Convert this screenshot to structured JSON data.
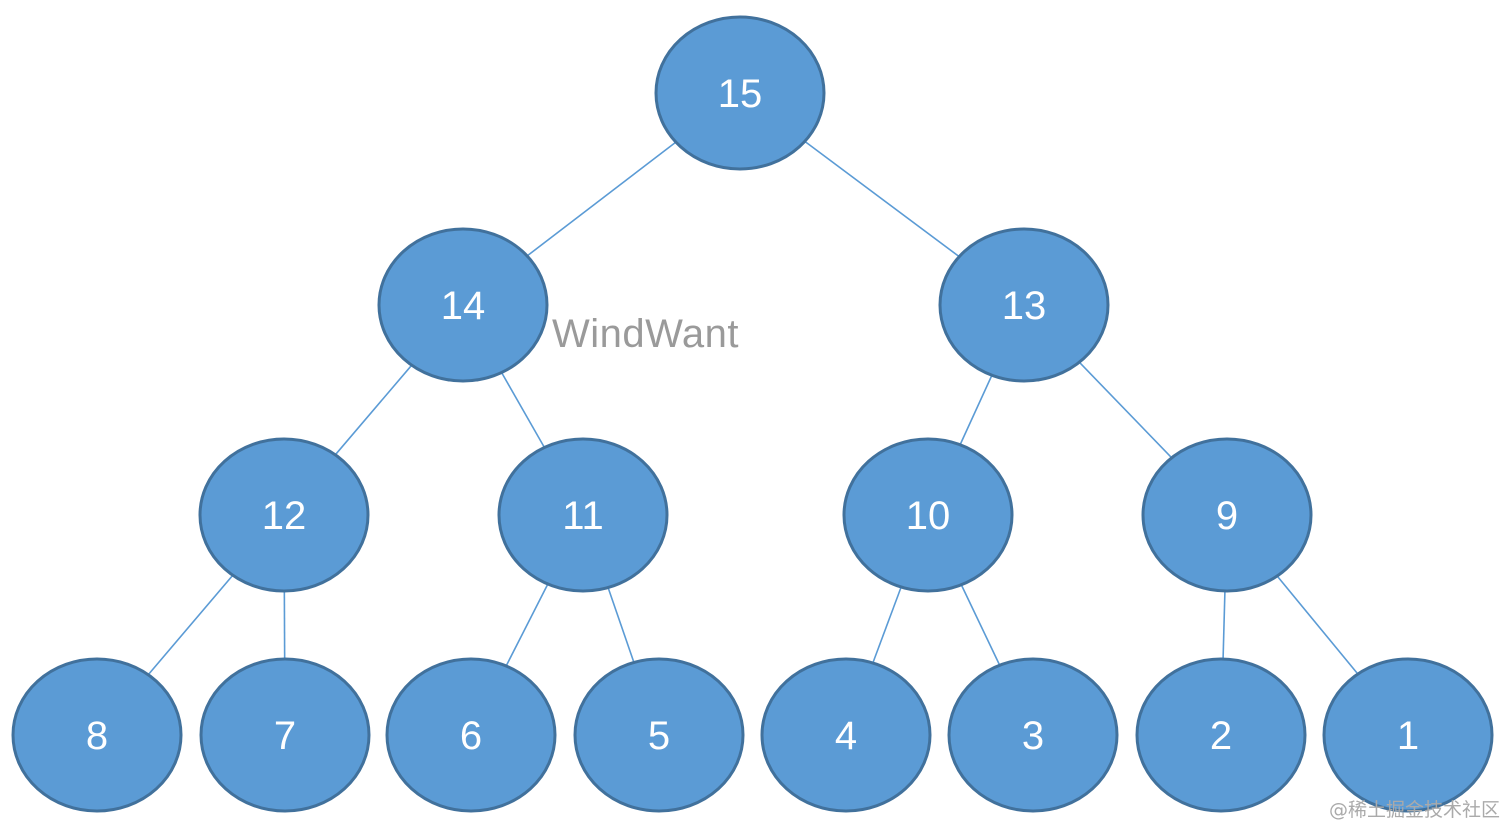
{
  "diagram": {
    "node_fill": "#5b9bd5",
    "node_stroke": "#41719c",
    "edge_color": "#5b9bd5",
    "label_color": "#ffffff",
    "nodes": [
      {
        "id": "n15",
        "label": "15"
      },
      {
        "id": "n14",
        "label": "14"
      },
      {
        "id": "n13",
        "label": "13"
      },
      {
        "id": "n12",
        "label": "12"
      },
      {
        "id": "n11",
        "label": "11"
      },
      {
        "id": "n10",
        "label": "10"
      },
      {
        "id": "n9",
        "label": "9"
      },
      {
        "id": "n8",
        "label": "8"
      },
      {
        "id": "n7",
        "label": "7"
      },
      {
        "id": "n6",
        "label": "6"
      },
      {
        "id": "n5",
        "label": "5"
      },
      {
        "id": "n4",
        "label": "4"
      },
      {
        "id": "n3",
        "label": "3"
      },
      {
        "id": "n2",
        "label": "2"
      },
      {
        "id": "n1",
        "label": "1"
      }
    ],
    "edges": [
      [
        "n15",
        "n14"
      ],
      [
        "n15",
        "n13"
      ],
      [
        "n14",
        "n12"
      ],
      [
        "n14",
        "n11"
      ],
      [
        "n13",
        "n10"
      ],
      [
        "n13",
        "n9"
      ],
      [
        "n12",
        "n8"
      ],
      [
        "n12",
        "n7"
      ],
      [
        "n11",
        "n6"
      ],
      [
        "n11",
        "n5"
      ],
      [
        "n10",
        "n4"
      ],
      [
        "n10",
        "n3"
      ],
      [
        "n9",
        "n2"
      ],
      [
        "n9",
        "n1"
      ]
    ]
  },
  "watermark": "WindWant",
  "credit": "@稀土掘金技术社区"
}
